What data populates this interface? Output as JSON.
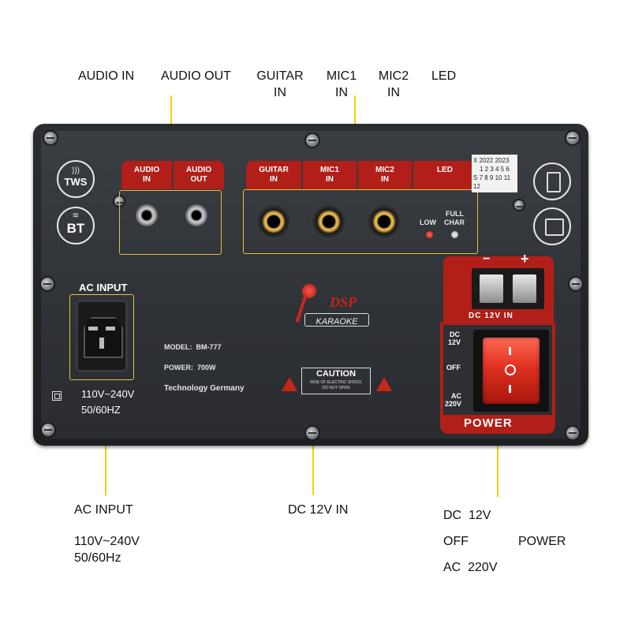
{
  "callouts": {
    "audio_in": "AUDIO IN",
    "audio_out": "AUDIO OUT",
    "guitar_in_1": "GUITAR",
    "guitar_in_2": "IN",
    "mic1_in_1": "MIC1",
    "mic1_in_2": "IN",
    "mic2_in_1": "MIC2",
    "mic2_in_2": "IN",
    "led": "LED",
    "ac_input": "AC INPUT",
    "ac_voltage": "110V~240V",
    "ac_freq": "50/60Hz",
    "dc_12v_in": "DC 12V IN",
    "sw_dc": "DC  12V",
    "sw_off": "OFF",
    "sw_ac": "AC  220V",
    "power": "POWER"
  },
  "panel": {
    "tws": "TWS",
    "bt": "BT",
    "tab_audio_in": "AUDIO IN",
    "tab_audio_out": "AUDIO OUT",
    "tab_guitar_in": "GUITAR IN",
    "tab_mic1_in": "MIC1 IN",
    "tab_mic2_in": "MIC2 IN",
    "tab_led": "LED",
    "led_low": "LOW",
    "led_full": "FULL",
    "led_char": "CHAR",
    "ac_input": "AC INPUT",
    "voltage": "110V~240V",
    "freq": "50/60HZ",
    "model": "MODEL:  BM-777",
    "power_rating": "POWER:  700W",
    "tech": "Technology Germany",
    "caution": "CAUTION",
    "caution_sub1": "RISK OF ELECTRIC SHOCK",
    "caution_sub2": "DO NOT OPEN",
    "dsp": "DSP",
    "karaoke": "KARAOKE",
    "dc_in": "DC 12V IN",
    "sw_dc1": "DC",
    "sw_dc2": "12V",
    "sw_off": "OFF",
    "sw_ac1": "AC",
    "sw_ac2": "220V",
    "power": "POWER",
    "minus": "−",
    "plus": "+",
    "card_x": "X",
    "card_row1": "2022  2023",
    "card_row2": "1 2 3 4 5 6",
    "card_s": "S",
    "card_row3": "7 8 9 10 11 12"
  },
  "colors": {
    "accent_red": "#b11f18",
    "lead_yellow": "#f0d400"
  }
}
